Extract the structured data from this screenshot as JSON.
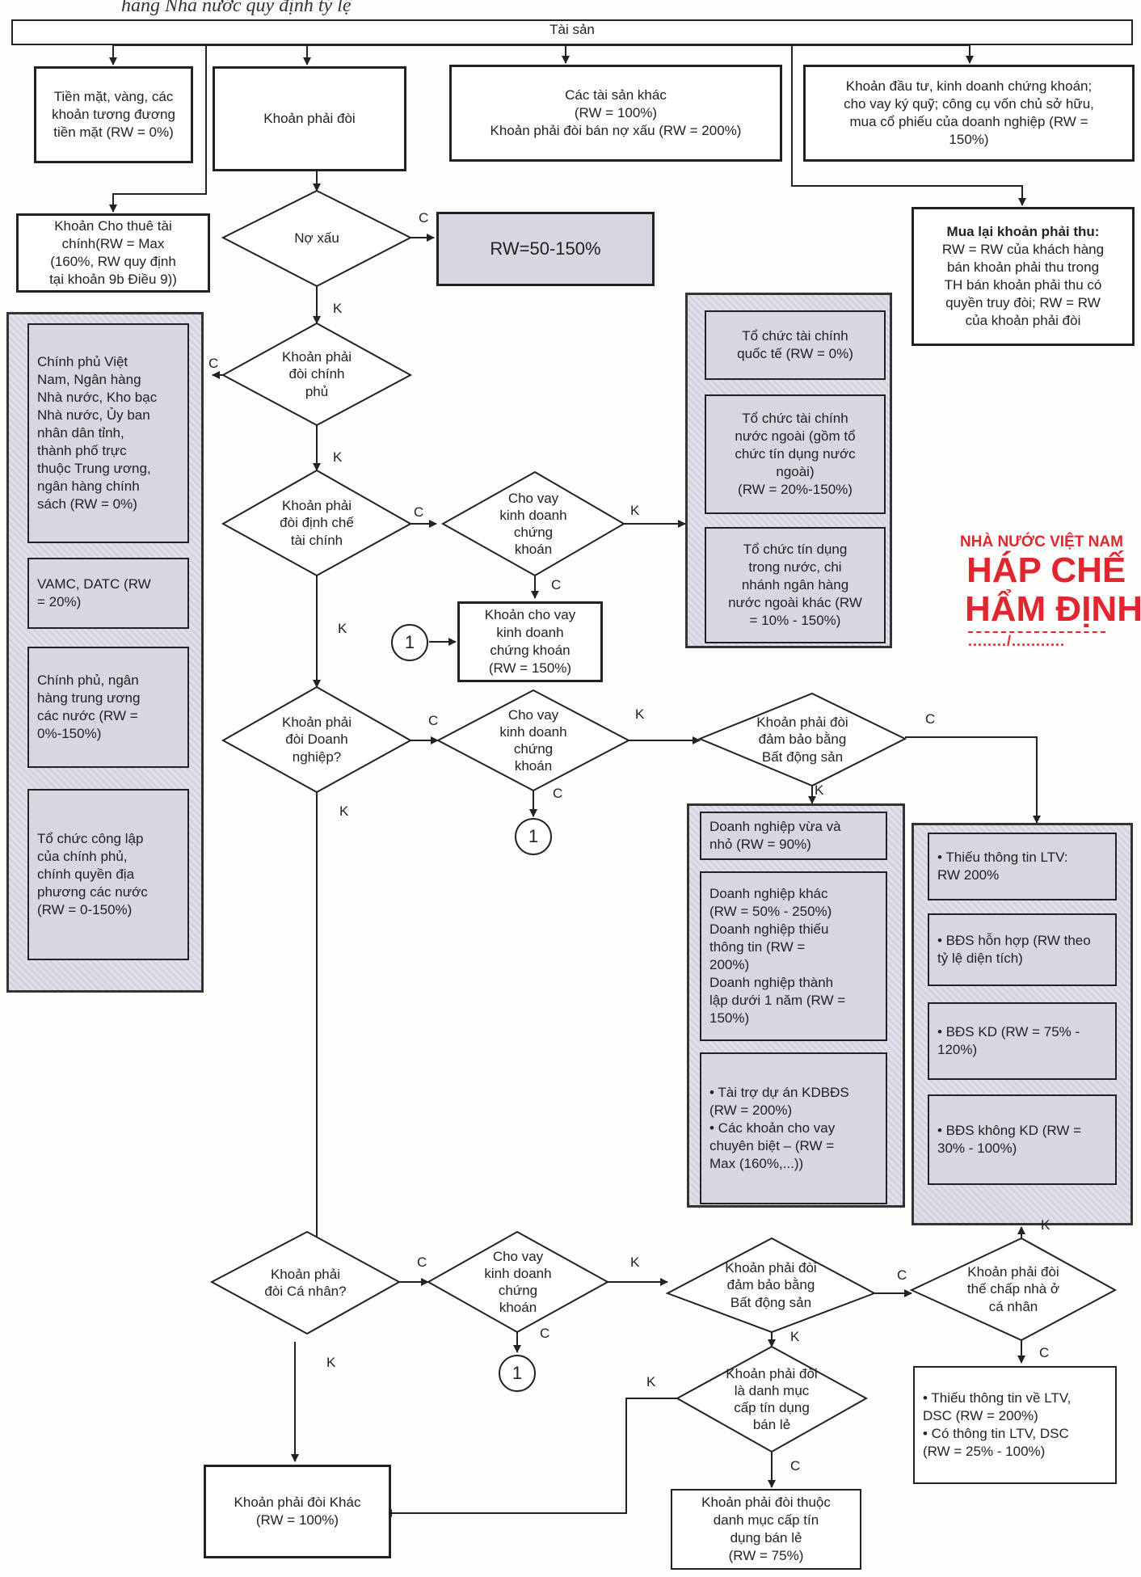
{
  "title": "hàng Nhà nước quy định tỷ lệ",
  "top_bar": "Tài sản",
  "boxes": {
    "cash": "Tiền mặt, vàng, các\nkhoản tương đương\ntiền mặt (RW = 0%)",
    "receivables": "Khoản phải đòi",
    "other_assets": "Các tài sản khác\n(RW = 100%)\nKhoản phải đòi bán nợ xấu (RW = 200%)",
    "securities": "Khoản đầu tư, kinh doanh chứng khoán;\ncho vay ký quỹ; công cụ vốn chủ sở hữu,\nmua cổ phiếu của doanh nghiệp (RW =\n150%)",
    "leasing": "Khoản Cho thuê tài\nchính(RW = Max\n(160%, RW quy định\ntại khoản 9b Điều 9))",
    "npl_rw": "RW=50-150%",
    "repurchase_title": "Mua lại khoản phải thu:",
    "repurchase_body": "RW = RW của khách hàng\nbán khoản phải thu trong\nTH bán khoản phải thu có\nquyền truy đòi; RW = RW\ncủa khoản phải đòi",
    "sec_loan_150": "Khoản cho vay\nkinh doanh\nchứng khoán\n(RW = 150%)",
    "other_claims": "Khoản phải đòi Khác\n(RW = 100%)",
    "retail_75": "Khoản phải đòi thuộc\ndanh mục cấp tín\ndụng bán lẻ\n(RW = 75%)",
    "mortgage_rw": "• Thiếu thông tin về LTV,\nDSC (RW = 200%)\n• Có thông tin LTV, DSC\n(RW = 25% - 100%)"
  },
  "gov_panel": [
    "Chính phủ Việt\nNam, Ngân hàng\nNhà nước, Kho bạc\nNhà nước, Ủy ban\nnhân dân tỉnh,\nthành phố trực\nthuộc Trung ương,\nngân hàng chính\nsách (RW = 0%)",
    "VAMC, DATC (RW\n= 20%)",
    "Chính phủ, ngân\nhàng trung ương\ncác nước (RW =\n0%-150%)",
    "Tổ chức công lập\ncủa chính phủ,\nchính quyền địa\nphương các nước\n(RW = 0-150%)"
  ],
  "fin_panel": [
    "Tổ chức tài chính\nquốc tế (RW = 0%)",
    "Tổ chức tài chính\nnước ngoài (gồm tổ\nchức tín dụng nước\nngoài)\n(RW = 20%-150%)",
    "Tổ chức tín dụng\ntrong nước, chi\nnhánh ngân hàng\nnước ngoài khác (RW\n= 10% - 150%)"
  ],
  "corp_panel": [
    "Doanh nghiệp vừa và\nnhỏ (RW = 90%)",
    "Doanh nghiệp khác\n(RW = 50% - 250%)\nDoanh nghiệp thiếu\nthông tin (RW =\n200%)\nDoanh nghiệp thành\nlập dưới 1 năm (RW =\n150%)",
    "• Tài trợ dự án KDBĐS\n(RW = 200%)\n• Các khoản cho vay\nchuyên biệt – (RW =\nMax (160%,...))"
  ],
  "re_panel": [
    "• Thiếu thông tin LTV:\nRW 200%",
    "• BĐS hỗn hợp (RW theo\ntỷ lệ diện tích)",
    "• BĐS KD (RW = 75% -\n120%)",
    "• BĐS không KD (RW =\n30% - 100%)"
  ],
  "decisions": {
    "npl": "Nợ xấu",
    "gov": "Khoản phải\nđòi chính\nphủ",
    "fin_inst": "Khoản phải\nđòi định chế\ntài chính",
    "sec1": "Cho vay\nkinh doanh\nchứng\nkhoán",
    "corp": "Khoản phải\nđòi Doanh\nnghiệp?",
    "sec2": "Cho vay\nkinh doanh\nchứng\nkhoán",
    "corp_re": "Khoản phải đòi\nđảm bảo bằng\nBất động sản",
    "indiv": "Khoản phải\nđòi Cá nhân?",
    "sec3": "Cho vay\nkinh doanh\nchứng\nkhoán",
    "indiv_re": "Khoản phải đòi\nđảm bảo bằng\nBất động sản",
    "mortgage": "Khoản phải đòi\nthế chấp nhà ở\ncá nhân",
    "retail": "Khoản phải đòi\nlà danh mục\ncấp tín dụng\nbán lẻ"
  },
  "connector": "1",
  "yes_label": "C",
  "no_label": "K",
  "stamp": {
    "line1": "NHÀ NƯỚC VIỆT NAM",
    "line2": "HÁP CHẾ",
    "line3": "HẨM ĐỊNH",
    "line4": "......../..........."
  },
  "colors": {
    "line": "#222222",
    "shade": "#d9d5e1",
    "stamp": "#e0262e"
  }
}
